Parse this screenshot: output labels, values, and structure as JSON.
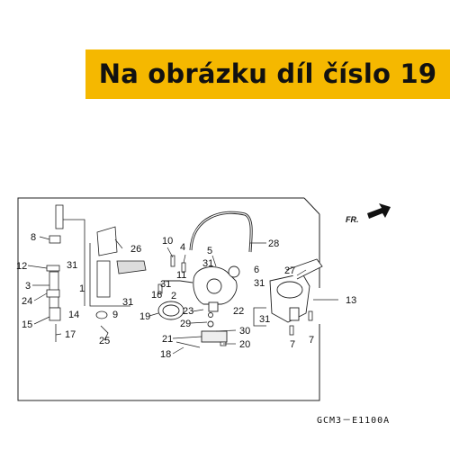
{
  "banner": {
    "text": "Na obrázku díl číslo 19",
    "color": "#f5b800"
  },
  "diagram": {
    "direction_label": "FR.",
    "drawing_code": "GCM3－E1100A",
    "callouts": [
      "1",
      "2",
      "3",
      "4",
      "5",
      "6",
      "7",
      "7",
      "8",
      "9",
      "10",
      "11",
      "12",
      "13",
      "14",
      "15",
      "16",
      "17",
      "18",
      "19",
      "20",
      "21",
      "22",
      "23",
      "24",
      "25",
      "26",
      "27",
      "28",
      "29",
      "30",
      "31",
      "31",
      "31",
      "31",
      "31",
      "31"
    ]
  }
}
